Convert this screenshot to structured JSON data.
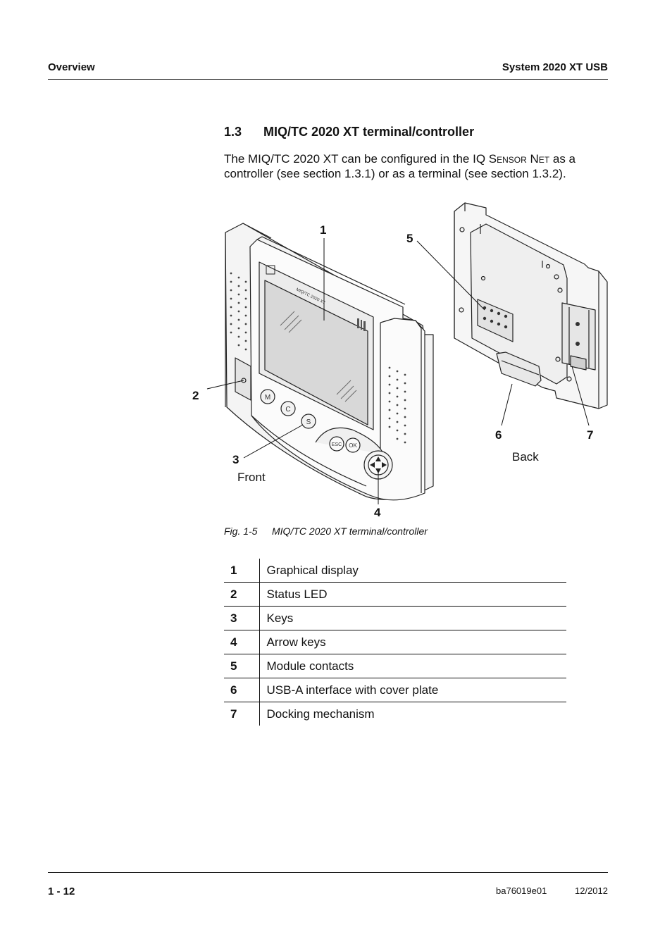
{
  "header": {
    "left": "Overview",
    "right": "System 2020 XT USB"
  },
  "section": {
    "number": "1.3",
    "title": "MIQ/TC 2020 XT terminal/controller",
    "intro_part1": "The MIQ/TC 2020 XT can be configured in the IQ ",
    "intro_sc1": "Sensor",
    "intro_mid": " ",
    "intro_sc2": "Net",
    "intro_part2": " as a controller (see section 1.3.1) or as a terminal (see section 1.3.2)."
  },
  "figure": {
    "callouts": [
      "1",
      "2",
      "3",
      "4",
      "5",
      "6",
      "7"
    ],
    "front_label": "Front",
    "back_label": "Back",
    "device_logo_text": "MIQ/TC 2020 XT",
    "keys": [
      "M",
      "C",
      "S",
      "ESC",
      "OK"
    ],
    "caption_number": "Fig. 1-5",
    "caption_text": "MIQ/TC 2020 XT terminal/controller"
  },
  "legend": [
    {
      "num": "1",
      "desc": "Graphical display"
    },
    {
      "num": "2",
      "desc": "Status LED"
    },
    {
      "num": "3",
      "desc": "Keys"
    },
    {
      "num": "4",
      "desc": "Arrow keys"
    },
    {
      "num": "5",
      "desc": "Module contacts"
    },
    {
      "num": "6",
      "desc": "USB-A interface with cover plate"
    },
    {
      "num": "7",
      "desc": "Docking mechanism"
    }
  ],
  "footer": {
    "page": "1 - 12",
    "doc_id": "ba76019e01",
    "date": "12/2012"
  }
}
